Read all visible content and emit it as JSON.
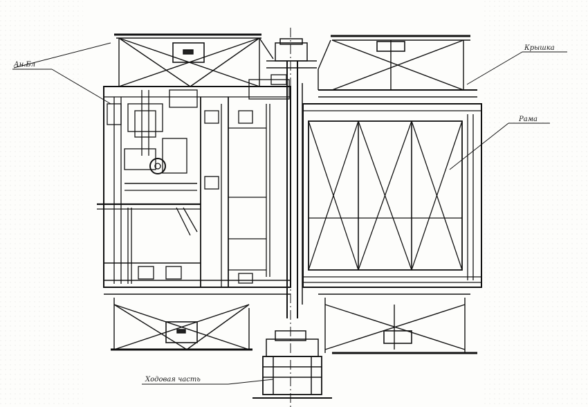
{
  "drawing": {
    "labels": {
      "left_unit": "Ан.Бл",
      "cover": "Крышка",
      "frame": "Рама",
      "chassis": "Ходовая часть"
    }
  }
}
